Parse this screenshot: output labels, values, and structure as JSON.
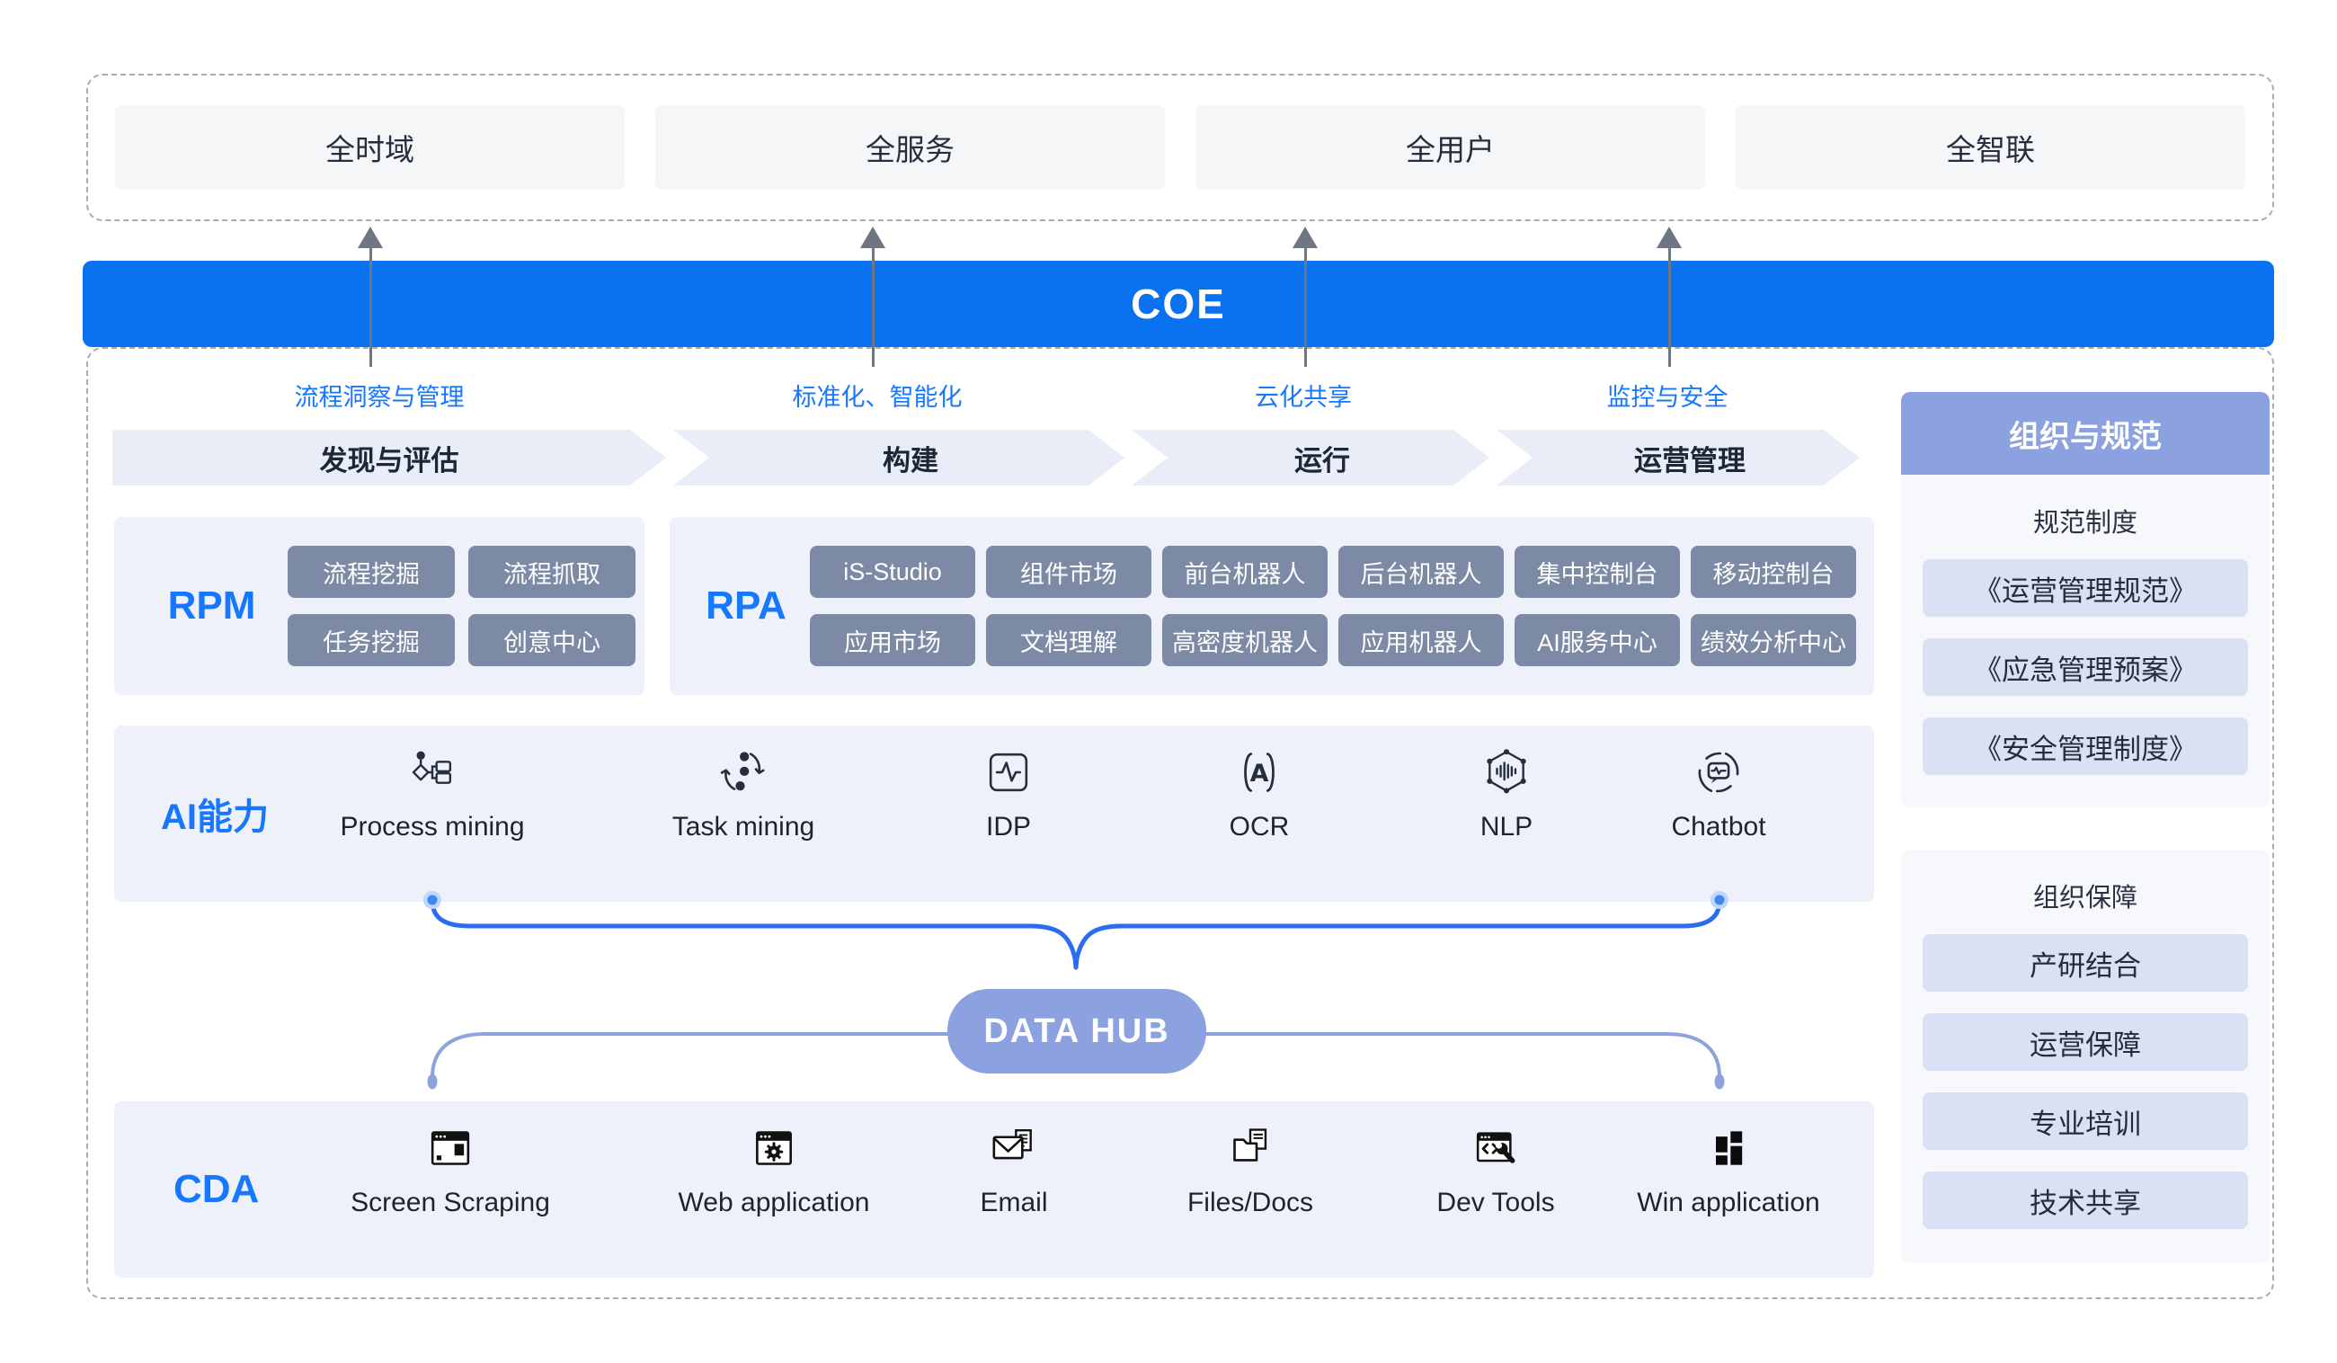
{
  "top_banner": {
    "items": [
      "全时域",
      "全服务",
      "全用户",
      "全智联"
    ]
  },
  "coe_bar": {
    "title": "COE"
  },
  "pillar_labels": [
    "流程洞察与管理",
    "标准化、智能化",
    "云化共享",
    "监控与安全"
  ],
  "phases": [
    "发现与评估",
    "构建",
    "运行",
    "运营管理"
  ],
  "rpm": {
    "label": "RPM",
    "items": [
      "流程挖掘",
      "流程抓取",
      "任务挖掘",
      "创意中心"
    ]
  },
  "rpa": {
    "label": "RPA",
    "items": [
      "iS-Studio",
      "组件市场",
      "前台机器人",
      "后台机器人",
      "集中控制台",
      "移动控制台",
      "应用市场",
      "文档理解",
      "高密度机器人",
      "应用机器人",
      "AI服务中心",
      "绩效分析中心"
    ]
  },
  "ai": {
    "label": "AI能力",
    "items": [
      {
        "icon": "process-mining-icon",
        "label": "Process mining"
      },
      {
        "icon": "task-mining-icon",
        "label": "Task mining"
      },
      {
        "icon": "idp-icon",
        "label": "IDP"
      },
      {
        "icon": "ocr-icon",
        "label": "OCR"
      },
      {
        "icon": "nlp-icon",
        "label": "NLP"
      },
      {
        "icon": "chatbot-icon",
        "label": "Chatbot"
      }
    ]
  },
  "data_hub": {
    "label": "DATA HUB"
  },
  "cda": {
    "label": "CDA",
    "items": [
      {
        "icon": "screen-scraping-icon",
        "label": "Screen Scraping"
      },
      {
        "icon": "web-application-icon",
        "label": "Web application"
      },
      {
        "icon": "email-icon",
        "label": "Email"
      },
      {
        "icon": "files-docs-icon",
        "label": "Files/Docs"
      },
      {
        "icon": "dev-tools-icon",
        "label": "Dev Tools"
      },
      {
        "icon": "win-application-icon",
        "label": "Win application"
      }
    ]
  },
  "sidebar": {
    "top_card": {
      "header": "组织与规范",
      "section_title": "规范制度",
      "items": [
        "《运营管理规范》",
        "《应急管理预案》",
        "《安全管理制度》"
      ]
    },
    "bottom_card": {
      "section_title": "组织保障",
      "items": [
        "产研结合",
        "运营保障",
        "专业培训",
        "技术共享"
      ]
    }
  },
  "colors": {
    "coe_blue": "#0b72ef",
    "accent_blue": "#1677ff",
    "chip_slate": "#7c8aa6",
    "periwinkle": "#8ca1e0",
    "lavender_button": "#dbe1f4",
    "section_bg": "#eef1f9",
    "chevron_bg": "#e8edf7",
    "connector_blue": "#2b6cf0",
    "connector_periwinkle": "#8ea3de",
    "arrow_gray": "#6e7683"
  }
}
